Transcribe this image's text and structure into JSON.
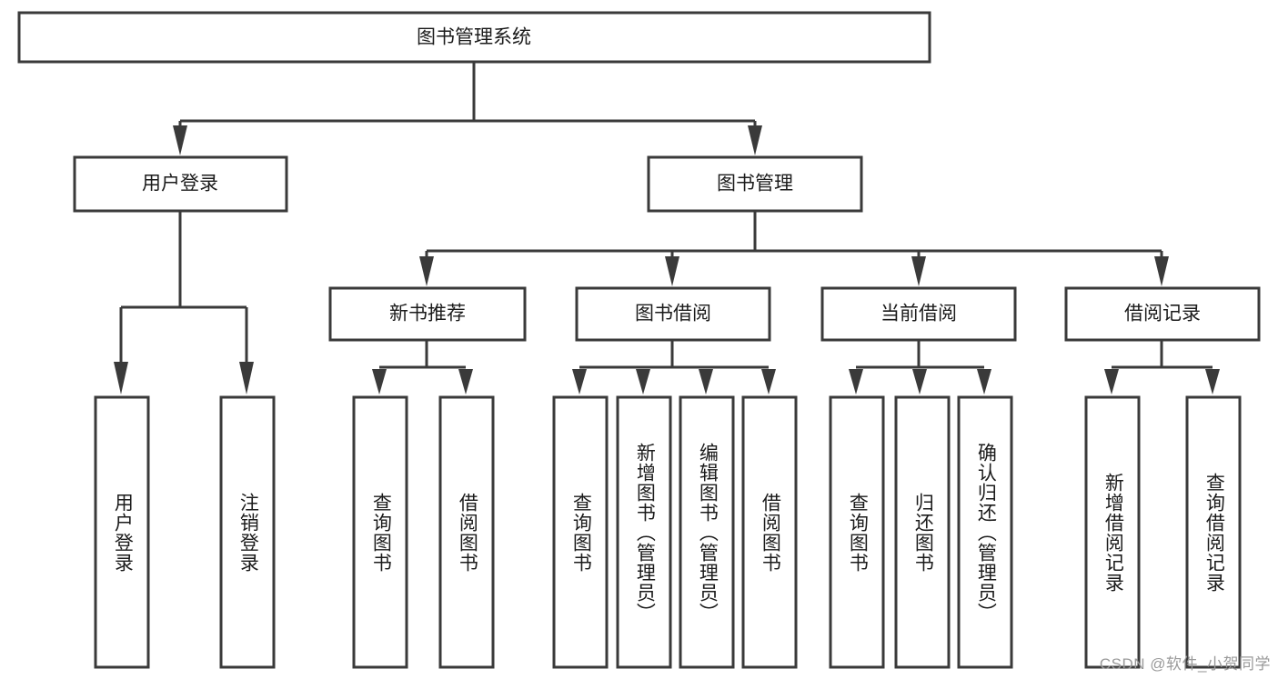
{
  "diagram": {
    "type": "tree",
    "title": "图书管理系统",
    "root": {
      "label": "图书管理系统"
    },
    "level2": [
      {
        "label": "用户登录"
      },
      {
        "label": "图书管理"
      }
    ],
    "level3": [
      {
        "label": "新书推荐"
      },
      {
        "label": "图书借阅"
      },
      {
        "label": "当前借阅"
      },
      {
        "label": "借阅记录"
      }
    ],
    "leaves": [
      {
        "label": "用户登录",
        "parent": "用户登录"
      },
      {
        "label": "注销登录",
        "parent": "用户登录"
      },
      {
        "label": "查询图书",
        "parent": "新书推荐"
      },
      {
        "label": "借阅图书",
        "parent": "新书推荐"
      },
      {
        "label": "查询图书",
        "parent": "图书借阅"
      },
      {
        "label": "新增图书（管理员）",
        "parent": "图书借阅"
      },
      {
        "label": "编辑图书（管理员）",
        "parent": "图书借阅"
      },
      {
        "label": "借阅图书",
        "parent": "图书借阅"
      },
      {
        "label": "查询图书",
        "parent": "当前借阅"
      },
      {
        "label": "归还图书",
        "parent": "当前借阅"
      },
      {
        "label": "确认归还（管理员）",
        "parent": "当前借阅"
      },
      {
        "label": "新增借阅记录",
        "parent": "借阅记录"
      },
      {
        "label": "查询借阅记录",
        "parent": "借阅记录"
      }
    ]
  },
  "watermark": {
    "text": "CSDN @软件_小贺同学"
  },
  "colors": {
    "stroke": "#3a3a3a",
    "fill": "#ffffff",
    "text": "#1b1b1b",
    "watermark": "#9a9a9a"
  }
}
